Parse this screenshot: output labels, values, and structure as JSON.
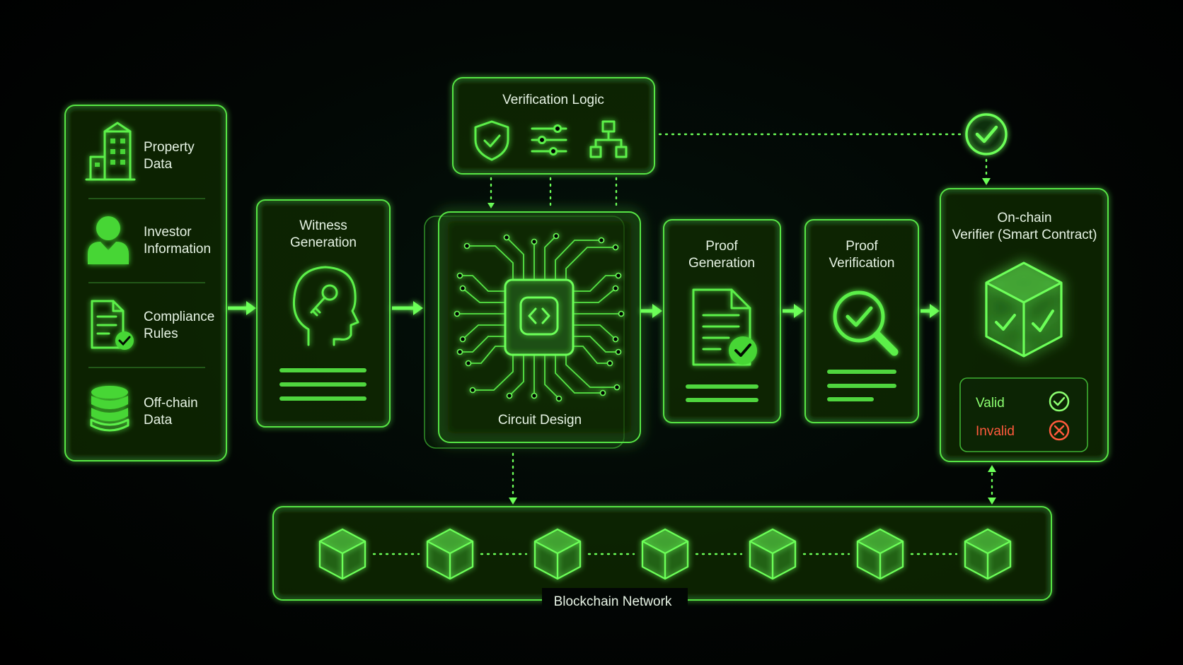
{
  "inputs": {
    "property_data": [
      "Property",
      "Data"
    ],
    "investor_information": [
      "Investor",
      "Information"
    ],
    "compliance_rules": [
      "Compliance",
      "Rules"
    ],
    "offchain_data": [
      "Off-chain",
      "Data"
    ]
  },
  "witness_generation": [
    "Witness",
    "Generation"
  ],
  "verification_logic": "Verification Logic",
  "circuit_design": "Circuit Design",
  "proof_generation": [
    "Proof",
    "Generation"
  ],
  "proof_verification": [
    "Proof",
    "Verification"
  ],
  "onchain_verifier": [
    "On-chain",
    "Verifier (Smart Contract)"
  ],
  "results": {
    "valid": "Valid",
    "invalid": "Invalid"
  },
  "blockchain_network": "Blockchain Network",
  "colors": {
    "accent": "#5cf04a",
    "background": "#020604",
    "valid": "#7dff63",
    "invalid": "#ff5a3c"
  },
  "icons": {
    "property": "building-icon",
    "investor": "user-icon",
    "compliance": "document-check-icon",
    "offchain": "database-icon",
    "witness": "head-key-icon",
    "logic": [
      "shield-check-icon",
      "sliders-icon",
      "hierarchy-icon"
    ],
    "circuit": "chip-code-icon",
    "proof_gen": "document-check-icon",
    "proof_ver": "magnifier-check-icon",
    "verifier": "cube-check-icon",
    "check_badge": "check-circle-icon",
    "block": "cube-icon"
  }
}
